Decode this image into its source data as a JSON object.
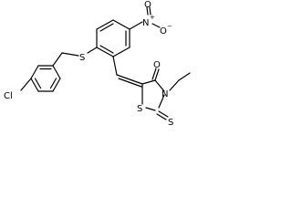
{
  "molecule": {
    "atoms": {
      "cl": "Cl",
      "s_thioether": "S",
      "nitro_n": "N",
      "nitro_n_charge": "+",
      "nitro_o_top": "O",
      "nitro_o_top_charge": "−",
      "nitro_o_side": "O",
      "carbonyl_o": "O",
      "ring_n": "N",
      "ring_s": "S",
      "thione_s": "S"
    },
    "colors": {
      "bond": "#000000",
      "label": "#000000",
      "background": "#ffffff"
    }
  }
}
